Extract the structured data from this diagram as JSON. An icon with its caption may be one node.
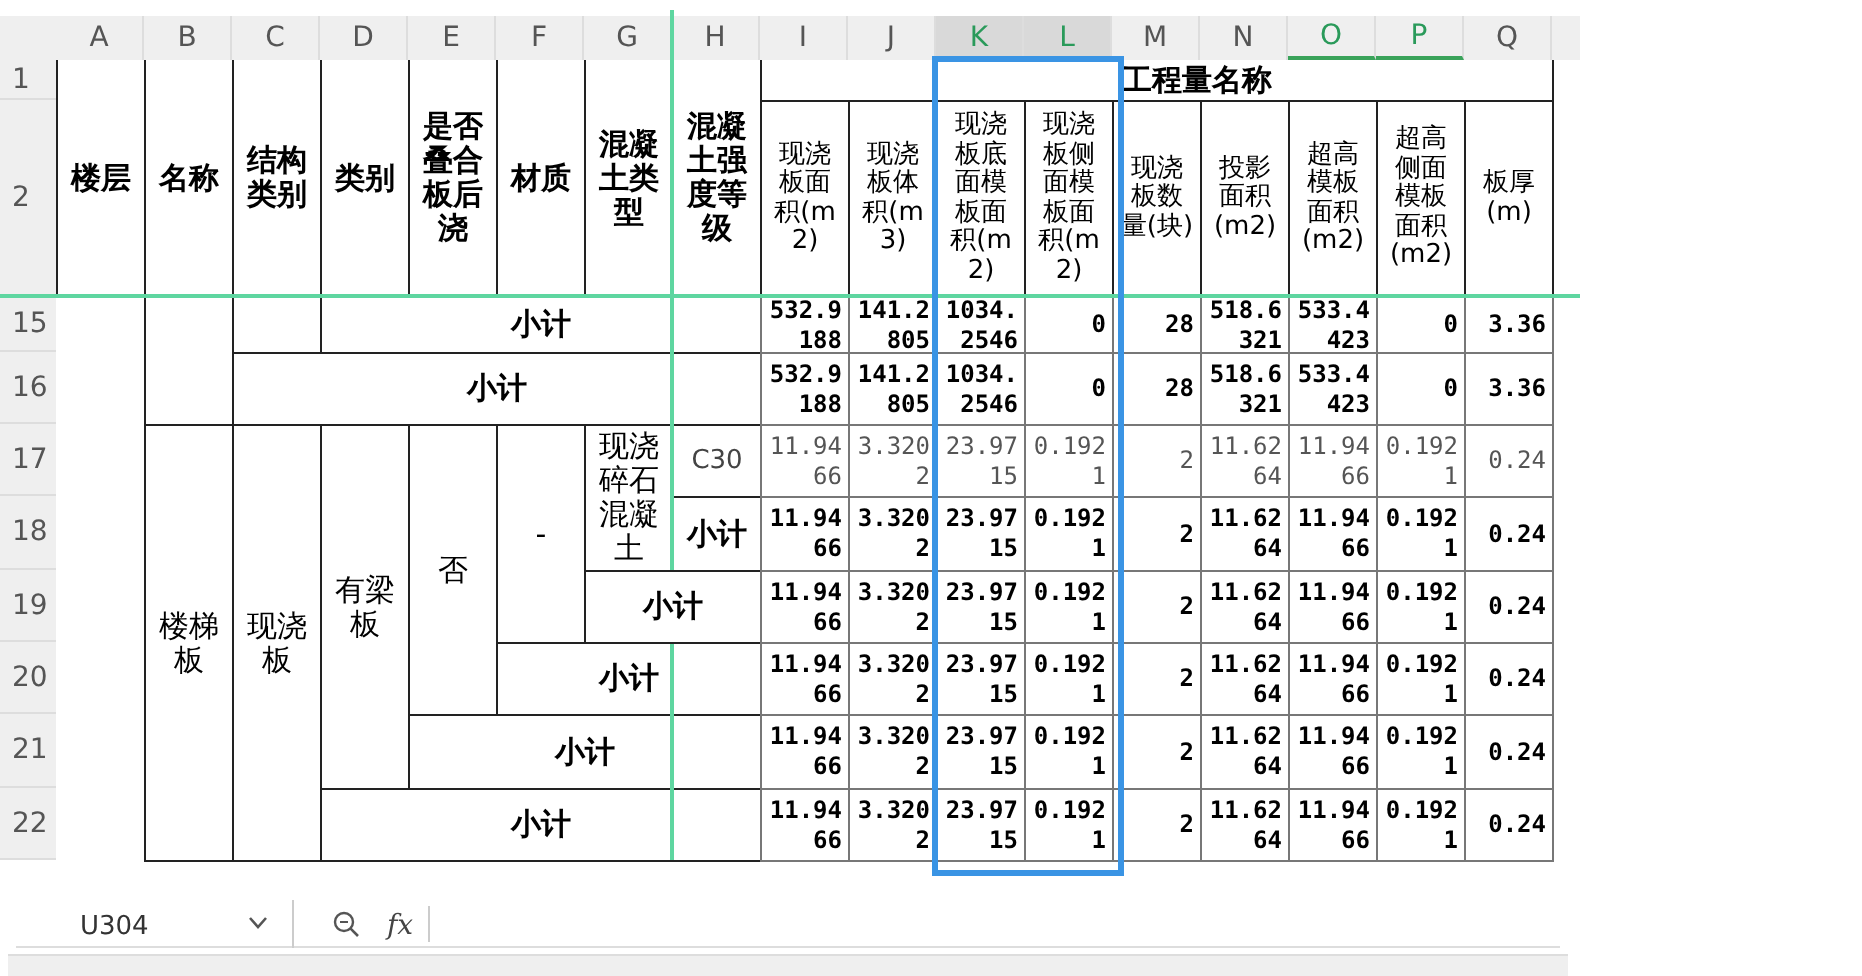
{
  "diagram": {
    "labels": [
      "A",
      "B",
      "C",
      "D",
      "E",
      "F",
      "G",
      "H",
      "I",
      "J",
      "K",
      "L",
      "M",
      "N",
      "O",
      "P",
      "Q",
      "1",
      "2",
      "15",
      "16",
      "17",
      "18",
      "19",
      "20",
      "21",
      "22",
      "楼层",
      "名称",
      "结构类别",
      "类别",
      "是否叠合板后浇",
      "材质",
      "混凝土类型",
      "混凝土强度等级",
      "工程量名称",
      "现浇板面积(m2)",
      "现浇板体积(m3)",
      "现浇板底面模板面积(m2)",
      "现浇板侧面模板面积(m2)",
      "现浇板数量(块)",
      "投影面积(m2)",
      "超高模板面积(m2)",
      "超高侧面模板面积(m2)",
      "板厚(m)",
      "小计",
      "532.9188",
      "141.2805",
      "1034.2546",
      "0",
      "28",
      "518.6321",
      "533.4423",
      "0",
      "3.36",
      "小计",
      "532.9188",
      "141.2805",
      "1034.2546",
      "0",
      "28",
      "518.6321",
      "533.4423",
      "0",
      "3.36",
      "楼梯板",
      "现浇板",
      "有梁板",
      "否",
      "-",
      "现浇碎石混凝土",
      "C30",
      "11.9466",
      "3.3202",
      "23.9715",
      "0.1921",
      "2",
      "11.6264",
      "11.9466",
      "0.1921",
      "0.24",
      "小计",
      "11.9466",
      "3.3202",
      "23.9715",
      "0.1921",
      "2",
      "11.6264",
      "11.9466",
      "0.1921",
      "0.24",
      "小计",
      "11.9466",
      "3.3202",
      "23.9715",
      "0.1921",
      "2",
      "11.6264",
      "11.9466",
      "0.1921",
      "0.24",
      "小计",
      "11.9466",
      "3.3202",
      "23.9715",
      "0.1921",
      "2",
      "11.6264",
      "11.9466",
      "0.1921",
      "0.24",
      "小计",
      "11.9466",
      "3.3202",
      "23.9715",
      "0.1921",
      "2",
      "11.6264",
      "11.9466",
      "0.1921",
      "0.24",
      "小计",
      "11.9466",
      "3.3202",
      "23.9715",
      "0.1921",
      "2",
      "11.6264",
      "11.9466",
      "0.1921",
      "0.24",
      "U304",
      "fx"
    ]
  }
}
